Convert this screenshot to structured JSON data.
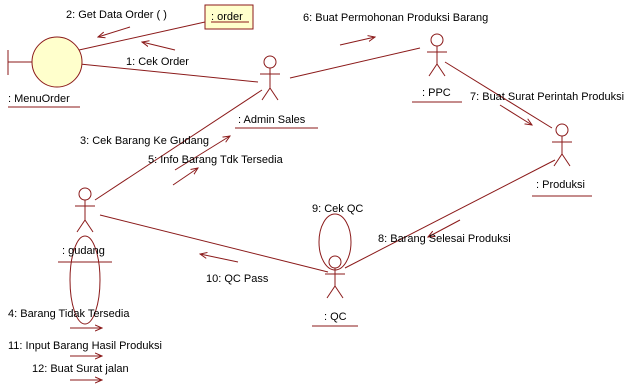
{
  "diagram": {
    "objects": {
      "menu_order": ": MenuOrder",
      "order": ": order",
      "admin_sales": ": Admin Sales",
      "ppc": ": PPC",
      "produksi": ": Produksi",
      "gudang": ": gudang",
      "qc": ": QC"
    },
    "messages": {
      "m1": "1: Cek Order",
      "m2": "2: Get Data Order ( )",
      "m3": "3: Cek Barang Ke Gudang",
      "m4": "4: Barang Tidak Tersedia",
      "m5": "5: Info Barang Tdk Tersedia",
      "m6": "6: Buat Permohonan Produksi Barang",
      "m7": "7: Buat Surat Perintah Produksi",
      "m8": "8: Barang Selesai Produksi",
      "m9": "9: Cek QC",
      "m10": "10: QC Pass",
      "m11": "11: Input Barang Hasil Produksi",
      "m12": "12: Buat Surat jalan"
    },
    "colors": {
      "line": "#8b1a1a",
      "boundary_fill": "#ffffcc",
      "entity_fill": "#ffffcc"
    }
  }
}
